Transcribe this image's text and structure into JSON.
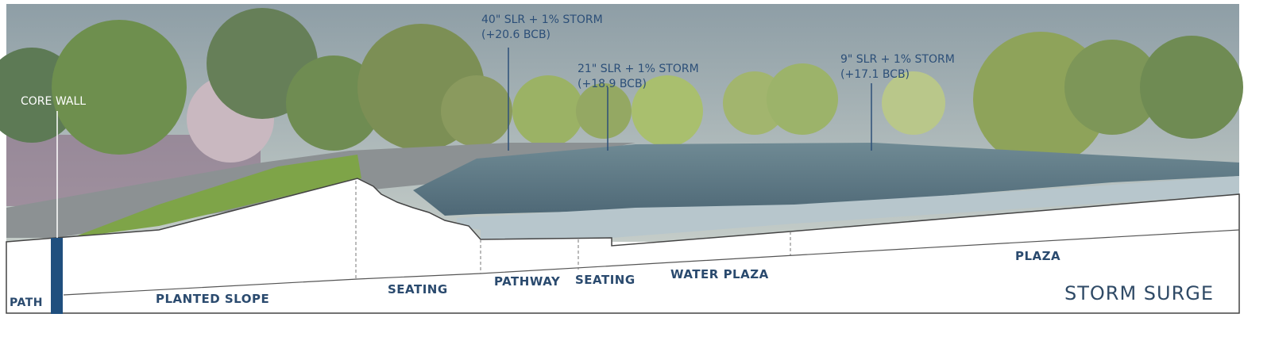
{
  "title": "STORM SURGE",
  "core_wall": "CORE WALL",
  "water_levels": [
    {
      "line1": "40\" SLR + 1% STORM",
      "line2": "(+20.6 BCB)"
    },
    {
      "line1": "21\" SLR + 1% STORM",
      "line2": "(+18.9 BCB)"
    },
    {
      "line1": "9\" SLR + 1% STORM",
      "line2": "(+17.1 BCB)"
    }
  ],
  "zones": [
    "PATH",
    "PLANTED SLOPE",
    "SEATING",
    "PATHWAY",
    "SEATING",
    "WATER PLAZA",
    "PLAZA"
  ],
  "colors": {
    "sky": "#9fb0b8",
    "water": "#5e7a88",
    "text": "#2a4a6e",
    "core_wall": "#1f4f7e"
  }
}
